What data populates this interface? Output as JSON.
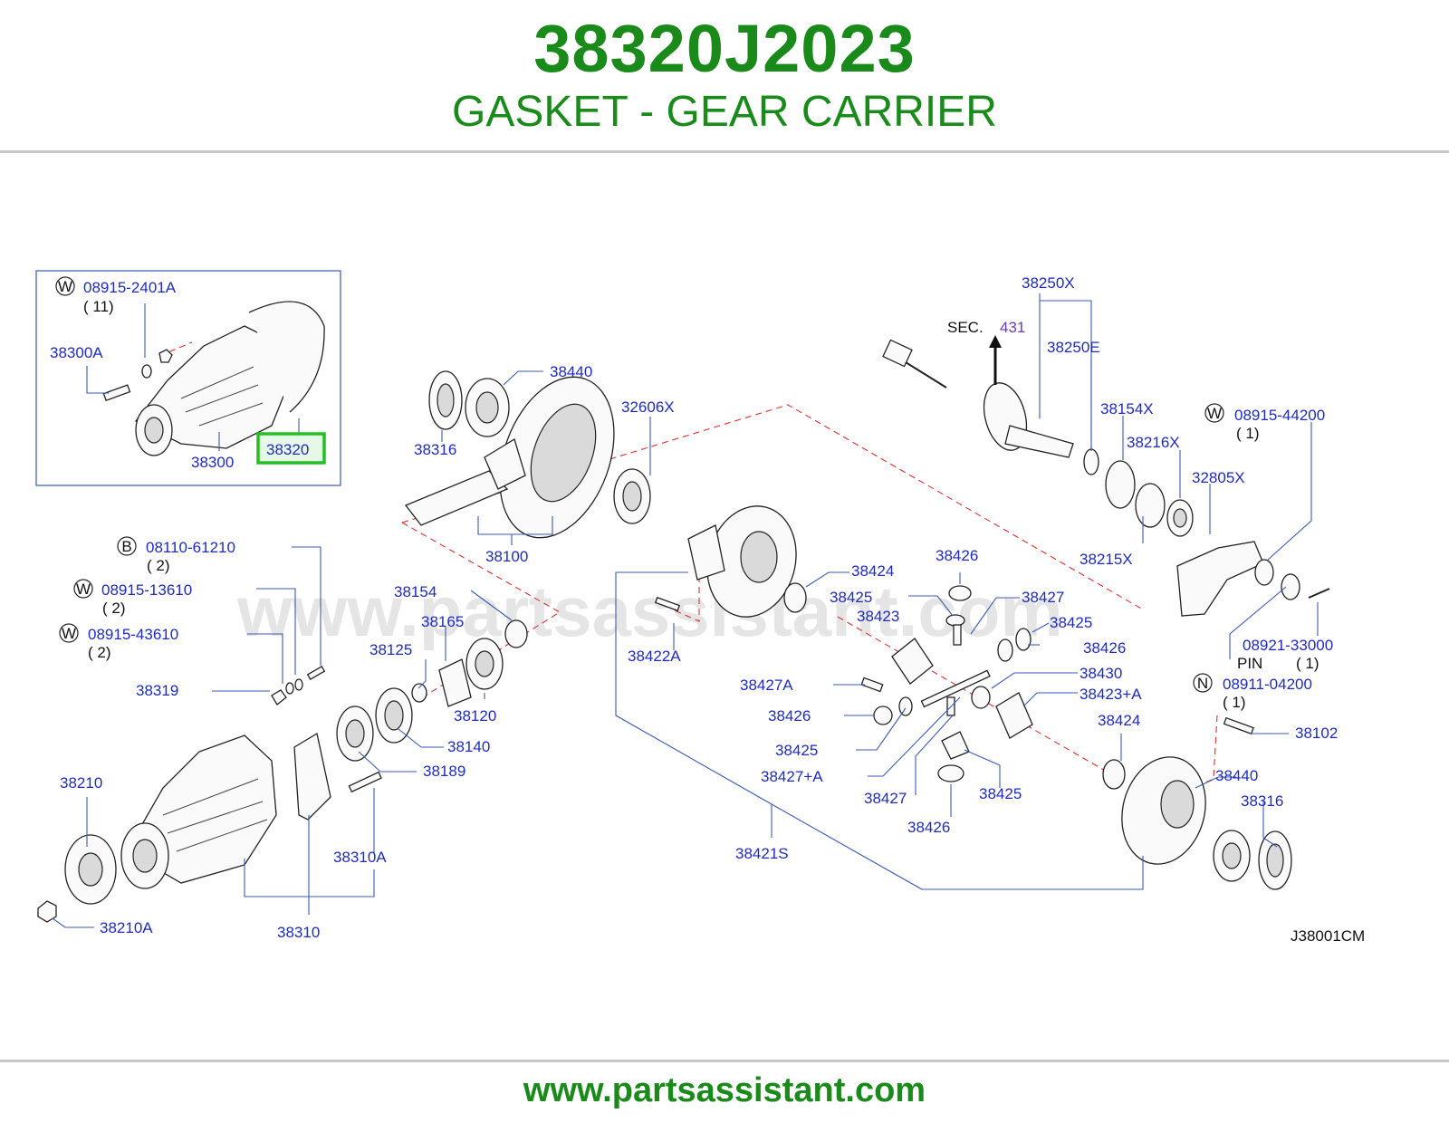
{
  "header": {
    "part_number": "38320J2023",
    "part_name": "GASKET - GEAR CARRIER"
  },
  "footer": {
    "url": "www.partsassistant.com"
  },
  "watermark": "www.partsassistant.com",
  "diagram_code": "J38001CM",
  "highlight_label": "38320",
  "colors": {
    "brand_green": "#1a8a1a",
    "label_blue": "#1f2bbf",
    "highlight_border": "#22c022",
    "highlight_fill": "#e8f8e8",
    "dash_red": "#e03030"
  },
  "labels": {
    "w1": "W",
    "p08915_2401A": "08915-2401A",
    "q11": "( 11)",
    "p38300A": "38300A",
    "p38300": "38300",
    "p38440_top": "38440",
    "p38316_top": "38316",
    "p38100": "38100",
    "p32606X": "32606X",
    "b1": "B",
    "p08110_61210": "08110-61210",
    "q2a": "( 2)",
    "w2": "W",
    "p08915_13610": "08915-13610",
    "q2b": "( 2)",
    "w3": "W",
    "p08915_43610": "08915-43610",
    "q2c": "( 2)",
    "p38319": "38319",
    "p38154": "38154",
    "p38165": "38165",
    "p38125": "38125",
    "p38120": "38120",
    "p38140": "38140",
    "p38189": "38189",
    "p38210": "38210",
    "p38210A": "38210A",
    "p38310A": "38310A",
    "p38310": "38310",
    "p38422A": "38422A",
    "p38424a": "38424",
    "p38426a": "38426",
    "p38425a": "38425",
    "p38423": "38423",
    "p38427a": "38427",
    "p38425b": "38425",
    "p38426b": "38426",
    "p38430": "38430",
    "p38427A": "38427A",
    "p38423A": "38423+A",
    "p38426c": "38426",
    "p38424b": "38424",
    "p38425c": "38425",
    "p38427pA": "38427+A",
    "p38427b": "38427",
    "p38425d": "38425",
    "p38426d": "38426",
    "p38421S": "38421S",
    "p38250X": "38250X",
    "sec": "SEC.",
    "sec_num": "431",
    "p38250E": "38250E",
    "p38154X": "38154X",
    "p38216X": "38216X",
    "p38215X": "38215X",
    "w4": "W",
    "p08915_44200": "08915-44200",
    "q1a": "( 1)",
    "p32805X": "32805X",
    "p08921_33000": "08921-33000",
    "pin": "PIN",
    "q1b": "( 1)",
    "n1": "N",
    "p08911_04200": "08911-04200",
    "q1c": "( 1)",
    "p38102": "38102",
    "p38440_bot": "38440",
    "p38316_bot": "38316"
  }
}
